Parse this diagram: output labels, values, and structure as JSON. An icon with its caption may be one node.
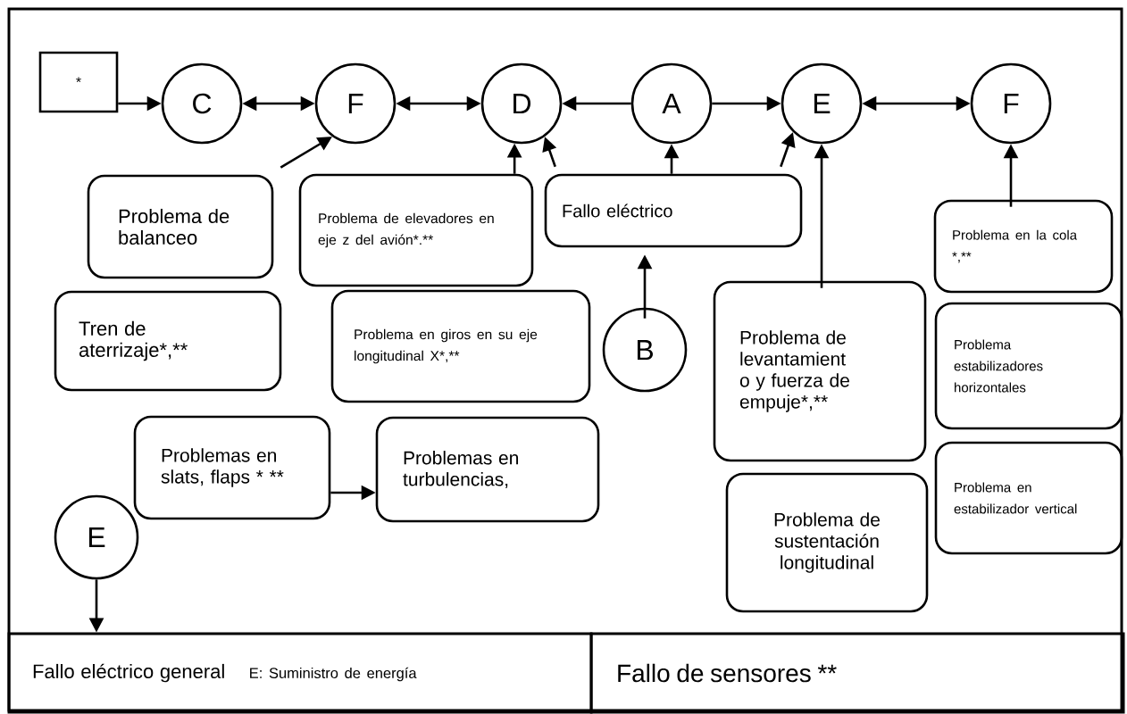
{
  "diagram": {
    "nodes": [
      {
        "text": [
          "*"
        ]
      },
      {
        "text": [
          "C"
        ]
      },
      {
        "text": [
          "F"
        ]
      },
      {
        "text": [
          "D"
        ]
      },
      {
        "text": [
          "A"
        ]
      },
      {
        "text": [
          "E"
        ]
      },
      {
        "text": [
          "F"
        ]
      },
      {
        "text": [
          "Problema de balanceo"
        ]
      },
      {
        "text": [
          "Problema de elevadores en eje z del avión*.**"
        ]
      },
      {
        "text": [
          "Fallo eléctrico"
        ]
      },
      {
        "text": [
          "Tren de aterrizaje*,**"
        ]
      },
      {
        "text": [
          "Problema en giros en su eje longitudinal X*,**"
        ]
      },
      {
        "text": [
          "B"
        ]
      },
      {
        "text": [
          "Problema de levantamient o y fuerza de empuje*,**"
        ]
      },
      {
        "text": [
          "Problema en la cola *,**"
        ]
      },
      {
        "text": [
          "Problema estabilizadores horizontales"
        ]
      },
      {
        "text": [
          "Problemas en slats, flaps * **"
        ]
      },
      {
        "text": [
          "Problemas en turbulencias,"
        ]
      },
      {
        "text": [
          "Problema de sustentación longitudinal"
        ]
      },
      {
        "text": [
          "Problema en estabilizador vertical"
        ]
      },
      {
        "text": [
          "E"
        ]
      },
      {
        "text": [
          "Fallo eléctrico general",
          "E: Suministro de energía"
        ]
      },
      {
        "text": [
          "Fallo de sensores **"
        ]
      }
    ],
    "edges": [
      {
        "from": 0,
        "to": 1,
        "arrow": "to"
      },
      {
        "from": 1,
        "to": 2,
        "arrow": "both"
      },
      {
        "from": 2,
        "to": 3,
        "arrow": "both"
      },
      {
        "from": 4,
        "to": 3,
        "arrow": "to"
      },
      {
        "from": 4,
        "to": 5,
        "arrow": "to"
      },
      {
        "from": 5,
        "to": 6,
        "arrow": "both"
      },
      {
        "from": 7,
        "to": 2,
        "arrow": "to"
      },
      {
        "from": 8,
        "to": 3,
        "arrow": "to"
      },
      {
        "from": 9,
        "to": 3,
        "arrow": "to"
      },
      {
        "from": 9,
        "to": 4,
        "arrow": "to"
      },
      {
        "from": 9,
        "to": 5,
        "arrow": "to"
      },
      {
        "from": 12,
        "to": 9,
        "arrow": "to"
      },
      {
        "from": 13,
        "to": 5,
        "arrow": "to"
      },
      {
        "from": 14,
        "to": 6,
        "arrow": "to"
      },
      {
        "from": 16,
        "to": 17,
        "arrow": "to"
      },
      {
        "from": 20,
        "to": 21,
        "arrow": "to"
      }
    ]
  }
}
